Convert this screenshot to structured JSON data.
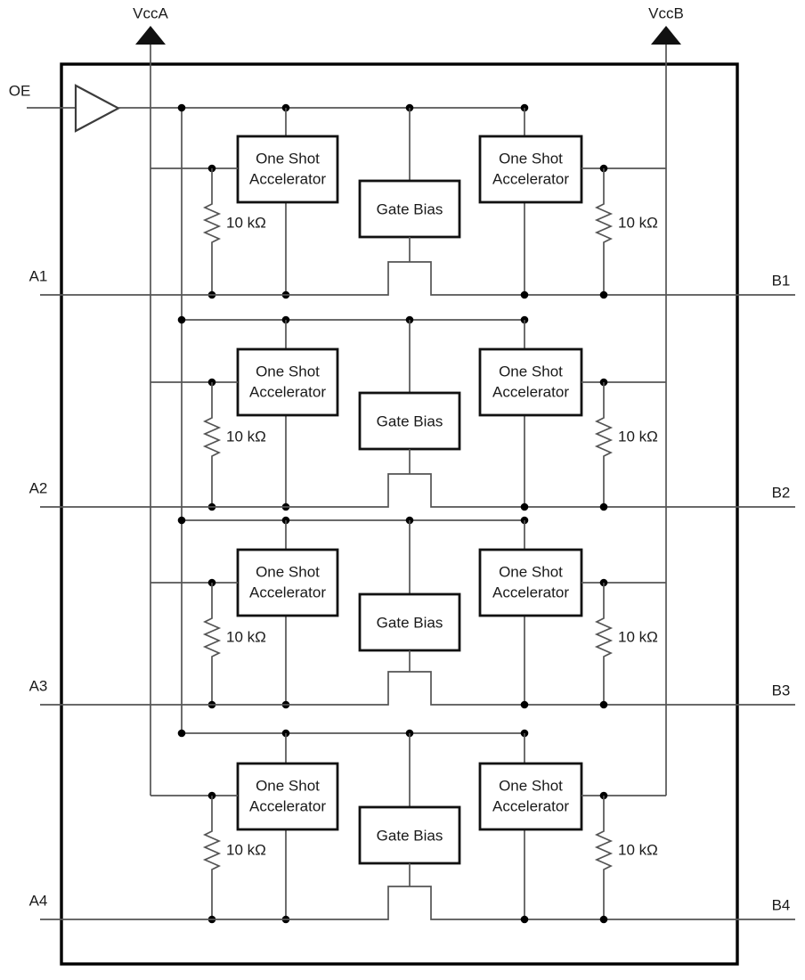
{
  "diagram": {
    "type": "ic-functional-block-diagram",
    "power_rails": {
      "a": "VccA",
      "b": "VccB"
    },
    "enable": {
      "label": "OE"
    },
    "blocks": {
      "one_shot_line1": "One Shot",
      "one_shot_line2": "Accelerator",
      "gate_bias": "Gate Bias",
      "pullup_resistor": "10 kΩ"
    },
    "channels": [
      {
        "a": "A1",
        "b": "B1"
      },
      {
        "a": "A2",
        "b": "B2"
      },
      {
        "a": "A3",
        "b": "B3"
      },
      {
        "a": "A4",
        "b": "B4"
      }
    ],
    "colors": {
      "background": "#ffffff",
      "wire": "#545454",
      "block_border": "#111111",
      "outer_border": "#000000",
      "junction": "#000000",
      "text": "#1a1a1a",
      "power_arrow": "#111111",
      "buffer_stroke": "#3c3c3c"
    }
  }
}
